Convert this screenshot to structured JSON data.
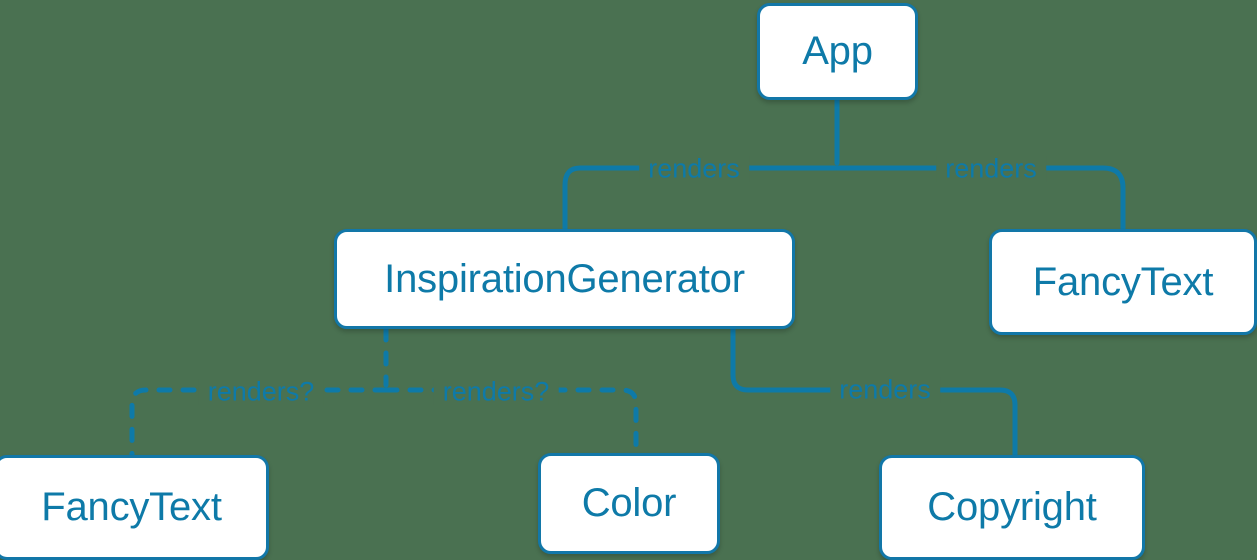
{
  "diagram": {
    "type": "component-tree",
    "background_color": "#4a7151",
    "accent_color": "#0e7aa8",
    "border_color": "#1277a8",
    "node_fill": "#ffffff",
    "nodes": [
      {
        "id": "app",
        "label": "App"
      },
      {
        "id": "inspiration",
        "label": "InspirationGenerator"
      },
      {
        "id": "fancytext-right",
        "label": "FancyText"
      },
      {
        "id": "fancytext-bottom",
        "label": "FancyText"
      },
      {
        "id": "color",
        "label": "Color"
      },
      {
        "id": "copyright",
        "label": "Copyright"
      }
    ],
    "edges": [
      {
        "from": "app",
        "to": "inspiration",
        "label": "renders",
        "style": "solid"
      },
      {
        "from": "app",
        "to": "fancytext-right",
        "label": "renders",
        "style": "solid"
      },
      {
        "from": "inspiration",
        "to": "fancytext-bottom",
        "label": "renders?",
        "style": "dashed"
      },
      {
        "from": "inspiration",
        "to": "color",
        "label": "renders?",
        "style": "dashed"
      },
      {
        "from": "inspiration",
        "to": "copyright",
        "label": "renders",
        "style": "solid"
      }
    ]
  }
}
